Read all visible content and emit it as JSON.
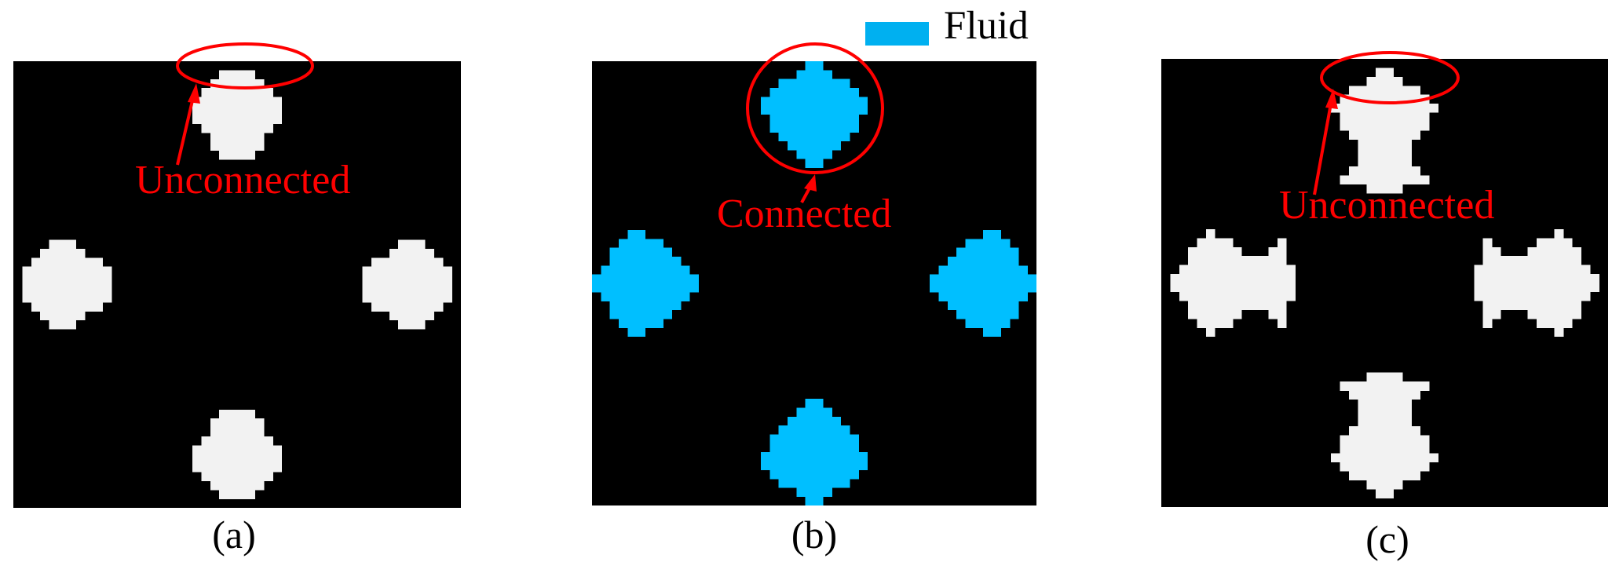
{
  "figure": {
    "grid_size": 50,
    "colors": {
      "background": "#000000",
      "solid": "#F2F2F2",
      "fluid": "#00BFFF",
      "legend_fluid": "#00B0F0",
      "annotation": "#FF0000"
    },
    "legend": {
      "label": "Fluid",
      "color": "#00B0F0"
    },
    "panels": [
      {
        "id": "a",
        "caption": "(a)",
        "fill": "solid",
        "annotation": {
          "text": "Unconnected",
          "marker": "ellipse"
        },
        "top_blob_rows": [
          {
            "row": 1,
            "from": 23,
            "to": 26
          },
          {
            "row": 2,
            "from": 22,
            "to": 27
          },
          {
            "row": 3,
            "from": 21,
            "to": 28
          },
          {
            "row": 4,
            "from": 20,
            "to": 29
          },
          {
            "row": 5,
            "from": 20,
            "to": 29
          },
          {
            "row": 6,
            "from": 20,
            "to": 29
          },
          {
            "row": 7,
            "from": 21,
            "to": 28
          },
          {
            "row": 8,
            "from": 22,
            "to": 27
          },
          {
            "row": 9,
            "from": 22,
            "to": 27
          },
          {
            "row": 10,
            "from": 23,
            "to": 26
          }
        ]
      },
      {
        "id": "b",
        "caption": "(b)",
        "fill": "fluid",
        "annotation": {
          "text": "Connected",
          "marker": "circle"
        },
        "top_blob_rows": [
          {
            "row": 0,
            "from": 24,
            "to": 25
          },
          {
            "row": 1,
            "from": 23,
            "to": 26
          },
          {
            "row": 2,
            "from": 21,
            "to": 28
          },
          {
            "row": 3,
            "from": 20,
            "to": 29
          },
          {
            "row": 4,
            "from": 19,
            "to": 30
          },
          {
            "row": 5,
            "from": 19,
            "to": 30
          },
          {
            "row": 6,
            "from": 20,
            "to": 29
          },
          {
            "row": 7,
            "from": 20,
            "to": 29
          },
          {
            "row": 8,
            "from": 21,
            "to": 28
          },
          {
            "row": 9,
            "from": 22,
            "to": 27
          },
          {
            "row": 10,
            "from": 23,
            "to": 26
          },
          {
            "row": 11,
            "from": 24,
            "to": 25
          }
        ]
      },
      {
        "id": "c",
        "caption": "(c)",
        "fill": "solid",
        "annotation": {
          "text": "Unconnected",
          "marker": "ellipse"
        },
        "top_blob_rows": [
          {
            "row": 1,
            "from": 24,
            "to": 25
          },
          {
            "row": 2,
            "from": 23,
            "to": 26
          },
          {
            "row": 3,
            "from": 21,
            "to": 28
          },
          {
            "row": 4,
            "from": 20,
            "to": 29
          },
          {
            "row": 5,
            "from": 19,
            "to": 30
          },
          {
            "row": 6,
            "from": 20,
            "to": 29
          },
          {
            "row": 7,
            "from": 20,
            "to": 29
          },
          {
            "row": 8,
            "from": 21,
            "to": 28
          },
          {
            "row": 9,
            "from": 22,
            "to": 27
          },
          {
            "row": 10,
            "from": 22,
            "to": 27
          },
          {
            "row": 11,
            "from": 22,
            "to": 27
          },
          {
            "row": 12,
            "from": 21,
            "to": 28
          },
          {
            "row": 13,
            "from": 20,
            "to": 29
          },
          {
            "row": 14,
            "from": 23,
            "to": 26
          }
        ]
      }
    ]
  }
}
